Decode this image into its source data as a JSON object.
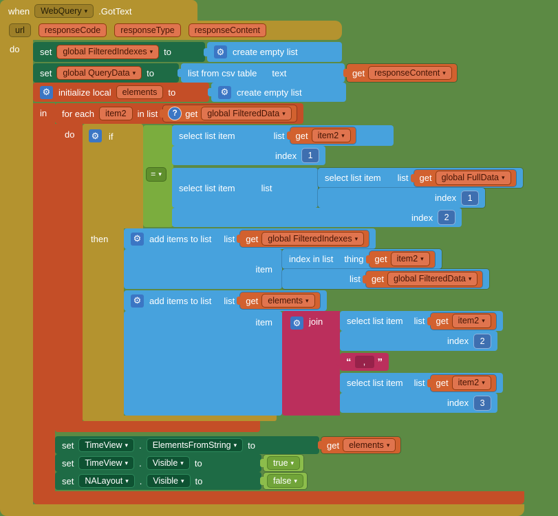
{
  "icons": {
    "dropdown": "▾",
    "gear": "⚙",
    "comment": "?",
    "quote_open": "“",
    "quote_close": "”"
  },
  "event": {
    "when": "when",
    "component": "WebQuery",
    "name": ".GotText",
    "do": "do",
    "params": [
      "url",
      "responseCode",
      "responseType",
      "responseContent"
    ]
  },
  "kw": {
    "set": "set",
    "to": "to",
    "get": "get",
    "if": "if",
    "then": "then",
    "do": "do",
    "in": "in",
    "list": "list",
    "item": "item",
    "index": "index",
    "text": "text",
    "thing": "thing",
    "join": "join",
    "for_each": "for each",
    "in_list": "in list",
    "eq": "=",
    "dot": "."
  },
  "blocks": {
    "create_empty_list": "create empty list",
    "list_from_csv_table": "list from csv table",
    "initialize_local": "initialize local",
    "select_list_item": "select list item",
    "add_items_to_list": "add items to list",
    "index_in_list": "index in list"
  },
  "vars": {
    "global_filtered_indexes": "global FilteredIndexes",
    "global_query_data": "global QueryData",
    "response_content": "responseContent",
    "elements": "elements",
    "item2": "item2",
    "global_filtered_data": "global FilteredData",
    "global_full_data": "global FullData"
  },
  "numbers": {
    "one": "1",
    "two": "2",
    "three": "3"
  },
  "text_values": {
    "comma": " , "
  },
  "logic": {
    "true": "true",
    "false": "false"
  },
  "components": {
    "time_view": "TimeView",
    "na_layout": "NALayout"
  },
  "properties": {
    "elements_from_string": "ElementsFromString",
    "visible": "Visible"
  }
}
